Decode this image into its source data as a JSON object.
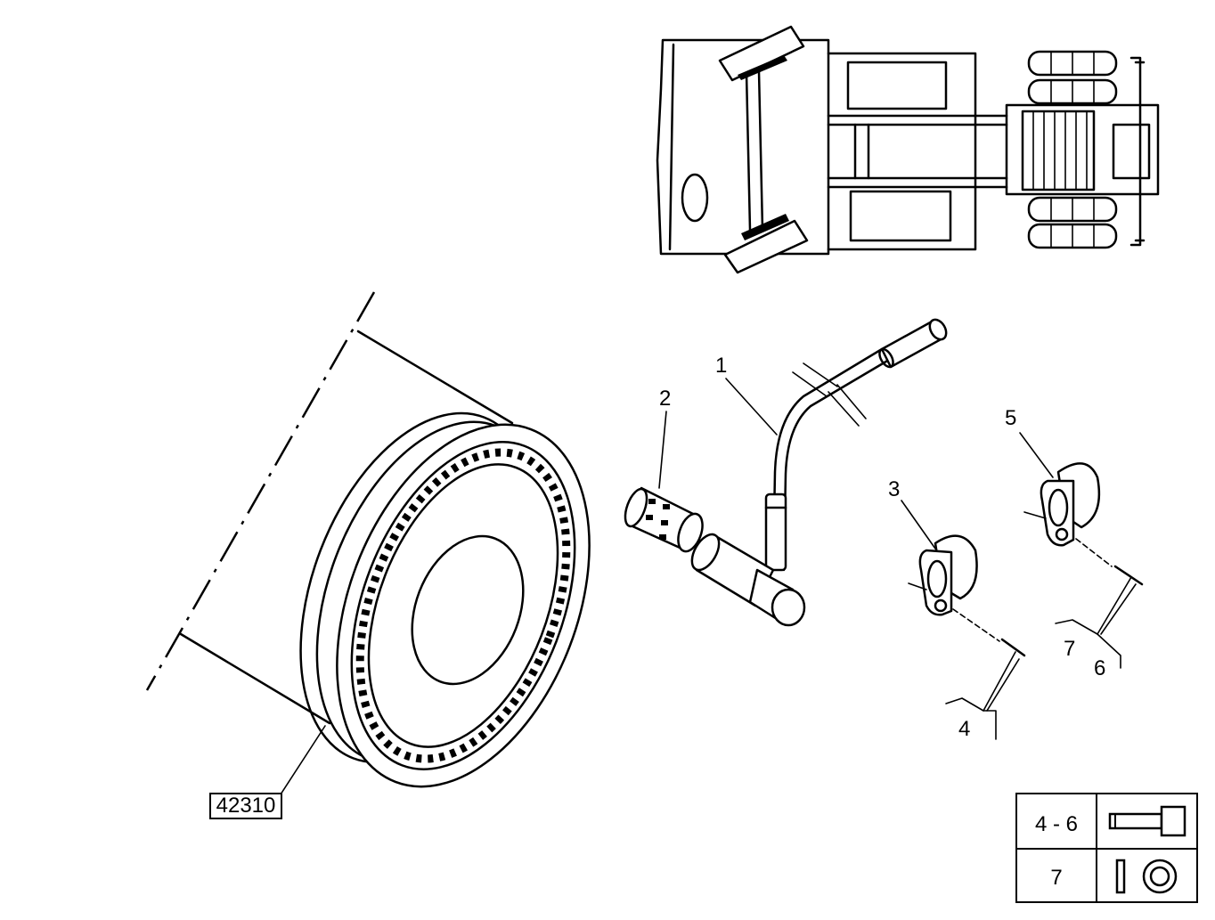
{
  "callouts": {
    "c1": "1",
    "c2": "2",
    "c3": "3",
    "c4": "4",
    "c5": "5",
    "c6": "6",
    "c7": "7"
  },
  "reference_code": "42310",
  "hardware_table": {
    "rows": [
      {
        "label": "4 - 6",
        "icon": "bolt-icon"
      },
      {
        "label": "7",
        "icon": "washer-icon"
      }
    ]
  }
}
